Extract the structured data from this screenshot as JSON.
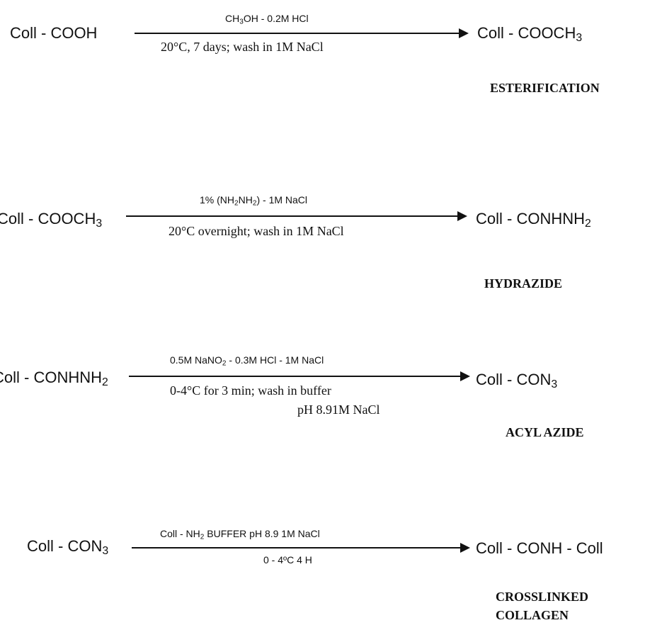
{
  "reactions": [
    {
      "reactant": "Coll - COOH",
      "conditions_top": "CH3OH - 0.2M HCl",
      "conditions_bottom": "20°C, 7 days; wash in 1M NaCl",
      "product": "Coll - COOCH3",
      "label": "ESTERIFICATION"
    },
    {
      "reactant": "Coll - COOCH3",
      "conditions_top": "1% (NH2NH2) - 1M NaCl",
      "conditions_bottom": "20°C overnight; wash in 1M NaCl",
      "product": "Coll - CONHNH2",
      "label": "HYDRAZIDE"
    },
    {
      "reactant": "Coll - CONHNH2",
      "conditions_top": "0.5M NaNO2 - 0.3M HCl - 1M NaCl",
      "conditions_bottom": "0-4°C for 3 min; wash in buffer",
      "conditions_bottom_2": "pH 8.91M NaCl",
      "product": "Coll - CON3",
      "label": "ACYL AZIDE"
    },
    {
      "reactant": "Coll - CON3",
      "conditions_top": "Coll - NH2  BUFFER pH 8.9 1M NaCl",
      "conditions_bottom": "0 - 4ºC  4 H",
      "product": "Coll - CONH - Coll",
      "label_line1": "CROSSLINKED",
      "label_line2": "COLLAGEN"
    }
  ]
}
